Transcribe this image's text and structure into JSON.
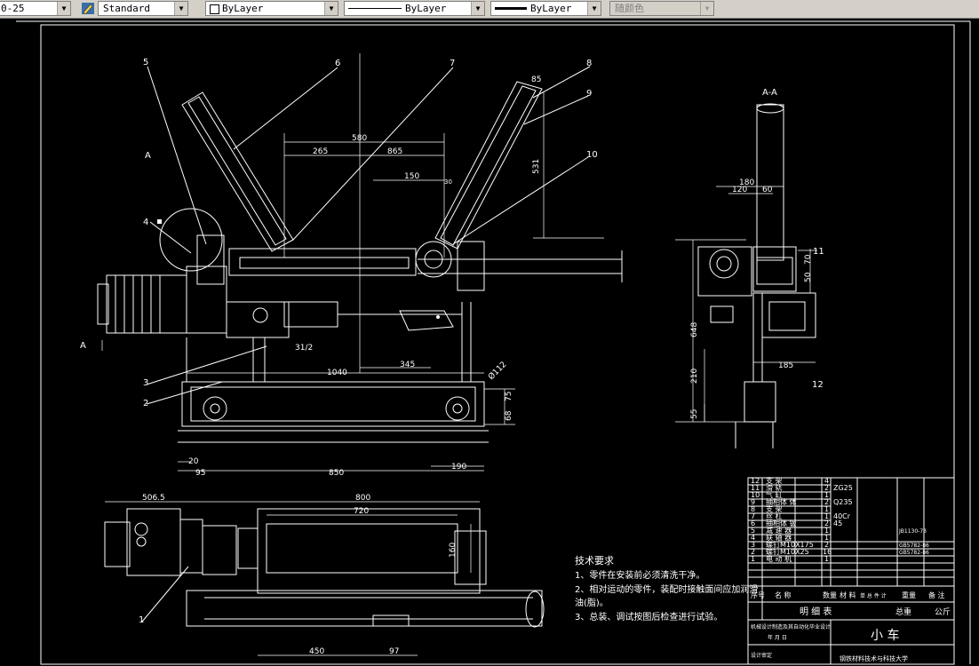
{
  "toolbar": {
    "dimstyle_value": "0-25",
    "textstyle_value": "Standard",
    "layer_value": "ByLayer",
    "linetype_value": "ByLayer",
    "lineweight_value": "ByLayer",
    "color_value": "随颜色"
  },
  "drawing": {
    "balloons": [
      "5",
      "6",
      "7",
      "8",
      "9",
      "10",
      "4",
      "3",
      "2",
      "1",
      "11",
      "12"
    ],
    "section_label": "A-A",
    "view_label_a1": "A",
    "view_label_a2": "A",
    "dims": {
      "d580": "580",
      "d265": "265",
      "d865": "865",
      "d150": "150",
      "d531": "531",
      "d85": "85",
      "d30": "30",
      "d31_2": "31/2",
      "d345": "345",
      "d1040": "1040",
      "d112": "Ø112",
      "d75": "75",
      "d68": "68",
      "d20": "20",
      "d95": "95",
      "d850": "850",
      "d190": "190",
      "d180": "180",
      "d120": "120",
      "d60": "60",
      "d70": "70",
      "d50": "50",
      "d648": "648",
      "d185": "185",
      "d210": "210",
      "d55": "55",
      "d506_5": "506.5",
      "d800": "800",
      "d720": "720",
      "d160": "160",
      "d450": "450",
      "d97": "97"
    }
  },
  "notes": {
    "title": "技术要求",
    "line1": "1、零件在安装前必须清洗干净。",
    "line2": "2、相对运动的零件，装配时接触面间应加润滑",
    "line2b": "油(脂)。",
    "line3": "3、总装、调试按图后检查进行试验。"
  },
  "bom": {
    "rows": [
      {
        "no": "12",
        "name": "支 架",
        "qty": "4",
        "mat": "",
        "std": ""
      },
      {
        "no": "11",
        "name": "滑 轨",
        "qty": "2",
        "mat": "ZG25",
        "std": ""
      },
      {
        "no": "10",
        "name": "气 缸",
        "qty": "1",
        "mat": "",
        "std": ""
      },
      {
        "no": "9",
        "name": "抽相体 体",
        "qty": "2",
        "mat": "Q235",
        "std": ""
      },
      {
        "no": "8",
        "name": "支 架",
        "qty": "1",
        "mat": "",
        "std": ""
      },
      {
        "no": "7",
        "name": "丝 杠",
        "qty": "1",
        "mat": "40Cr",
        "std": ""
      },
      {
        "no": "6",
        "name": "抽相体 钣",
        "qty": "2",
        "mat": "45",
        "std": ""
      },
      {
        "no": "5",
        "name": "减 速 器",
        "qty": "1",
        "mat": "",
        "std": "JB1130-73"
      },
      {
        "no": "4",
        "name": "联 轴 器",
        "qty": "1",
        "mat": "",
        "std": ""
      },
      {
        "no": "3",
        "name": "螺钉M10X175",
        "qty": "2",
        "mat": "",
        "std": "GB5782-86"
      },
      {
        "no": "2",
        "name": "螺钉M10X25",
        "qty": "16",
        "mat": "",
        "std": "GB5782-86"
      },
      {
        "no": "1",
        "name": "电 动 机",
        "qty": "1",
        "mat": "",
        "std": ""
      }
    ],
    "header": {
      "seq": "序号",
      "name": "名 称",
      "qty": "数量",
      "mat": "材 料",
      "unit": "单 总 件 计",
      "weight": "重量",
      "note": "备 注"
    },
    "footer": {
      "mingxi": "明 细 表",
      "total": "总重",
      "unit": "公斤",
      "title": "小    车",
      "designer": "设计审定",
      "date": "年 月 日",
      "school": "机械设计制造及其自动化毕业设计",
      "company": "钢铁材料技术与科技大学"
    }
  }
}
